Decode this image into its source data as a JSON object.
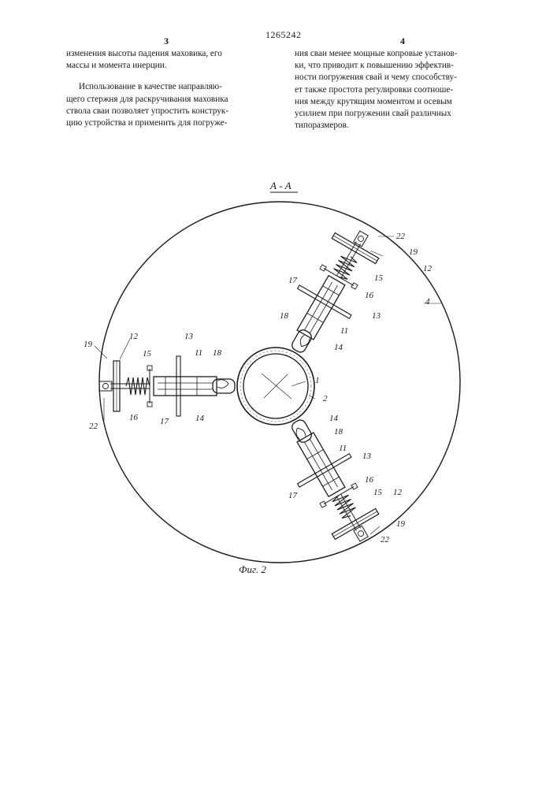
{
  "header": {
    "patent_number": "1265242",
    "page_left": "3",
    "page_right": "4"
  },
  "text": {
    "left_col": {
      "p1_lines": [
        "изменения высоты падения маховика, его",
        "массы и момента инерции."
      ],
      "p2_lines": [
        "Использование в качестве направляю-",
        "щего стержня для раскручивания маховика",
        "ствола сваи позволяет упростить конструк-",
        "цию устройства и применить для погруже-"
      ]
    },
    "right_col": {
      "lines": [
        "ния сваи менее мощные копровые установ-",
        "ки, что приводит к повышению эффектив-",
        "ности погружения свай и чему способству-",
        "ет также простота регулировки соотноше-",
        "ния между крутящим моментом и осевым",
        "усилием при погружении свай различных",
        "типоразмеров."
      ]
    }
  },
  "figure": {
    "section_label": "А - А",
    "caption": "Фиг. 2",
    "labels": {
      "n1": "1",
      "n2": "2",
      "n4": "4",
      "n11a": "11",
      "n11b": "11",
      "n11c": "11",
      "n12a": "12",
      "n12b": "12",
      "n12c": "12",
      "n13a": "13",
      "n13b": "13",
      "n13c": "13",
      "n14a": "14",
      "n14b": "14",
      "n14c": "14",
      "n15a": "15",
      "n15b": "15",
      "n15c": "15",
      "n16a": "16",
      "n16b": "16",
      "n16c": "16",
      "n17a": "17",
      "n17b": "17",
      "n17c": "17",
      "n18a": "18",
      "n18b": "18",
      "n18c": "18",
      "n19a": "19",
      "n19b": "19",
      "n19c": "19",
      "n22a": "22",
      "n22b": "22",
      "n22c": "22"
    }
  }
}
